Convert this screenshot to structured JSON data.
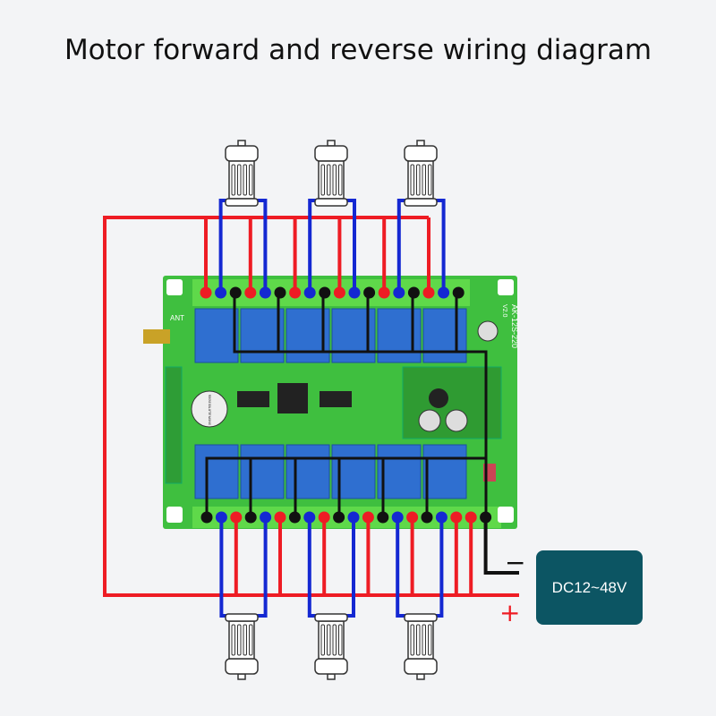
{
  "title": "Motor forward and reverse wiring diagram",
  "board": {
    "model": "AK-12S-220",
    "version": "V2.0",
    "antenna_label": "ANT",
    "buzzer_label": "REMOVE SEAL AFTER WASHING"
  },
  "power_supply": {
    "label": "DC12~48V",
    "minus": "−",
    "plus": "+"
  },
  "top_terminals": [
    "red",
    "blue",
    "black",
    "red",
    "blue",
    "black",
    "red",
    "blue",
    "black",
    "red",
    "blue",
    "black",
    "red",
    "blue",
    "black",
    "red",
    "blue",
    "black"
  ],
  "bottom_terminals": [
    "black",
    "blue",
    "red",
    "black",
    "blue",
    "red",
    "black",
    "blue",
    "red",
    "black",
    "blue",
    "red",
    "black",
    "blue",
    "red",
    "black",
    "blue",
    "red",
    "red",
    "black"
  ],
  "colors": {
    "red": "#ee1c24",
    "blue": "#1428d2",
    "black": "#111111",
    "board": "#3fbf3f",
    "relay": "#2f6fd0",
    "psu": "#0c5563"
  }
}
